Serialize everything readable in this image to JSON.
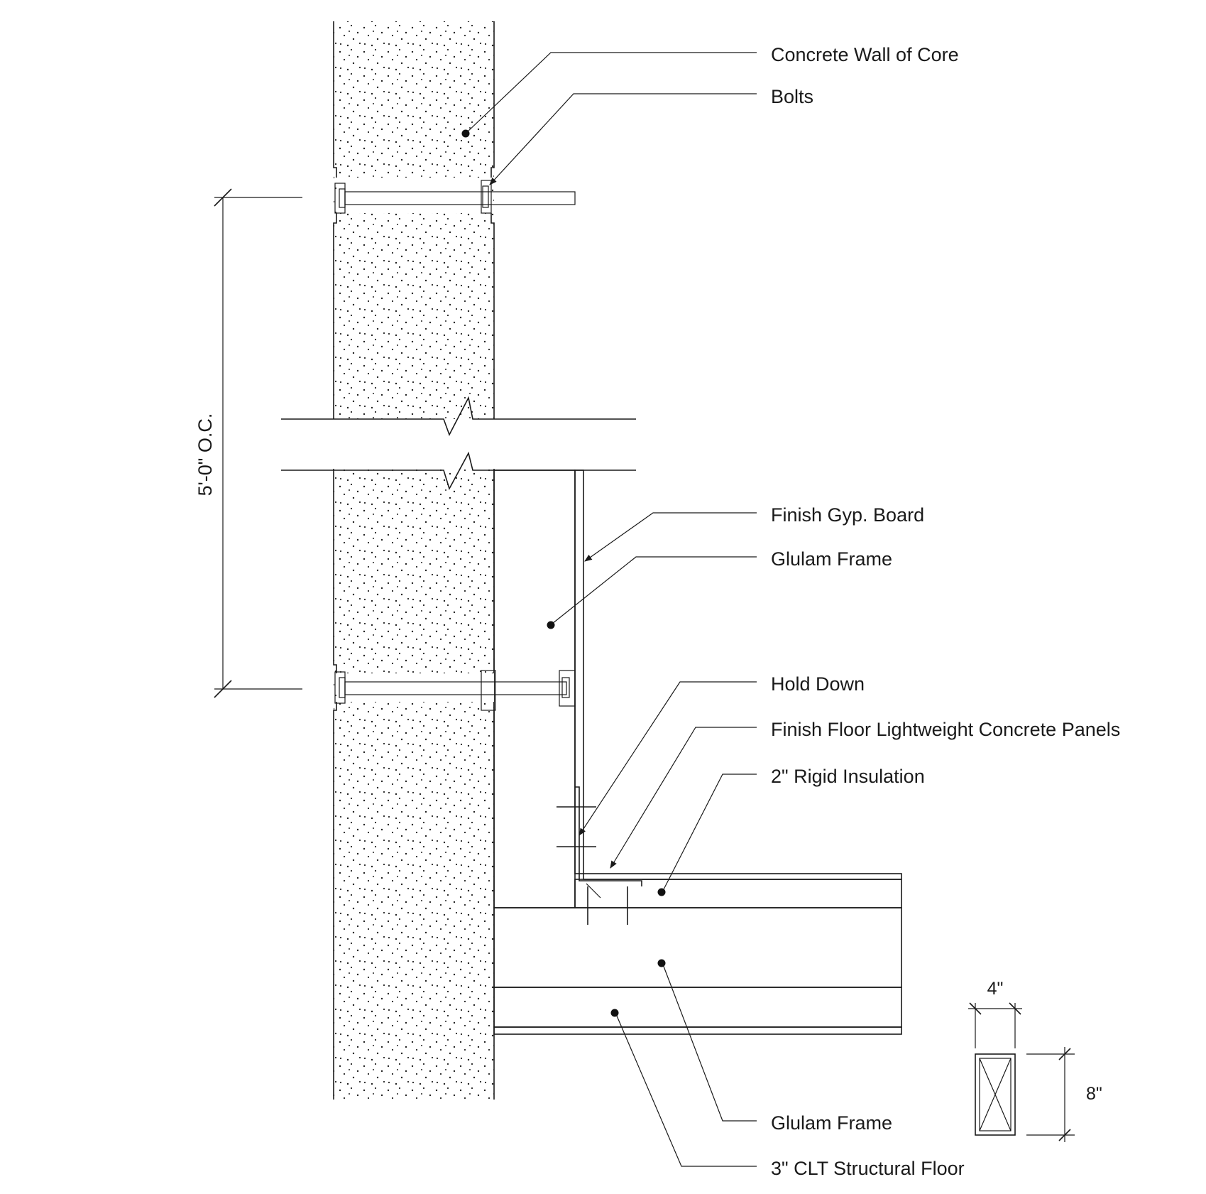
{
  "callouts": {
    "concrete_wall": "Concrete Wall of Core",
    "bolts": "Bolts",
    "finish_gyp": "Finish Gyp. Board",
    "glulam_wall": "Glulam Frame",
    "hold_down": "Hold Down",
    "finish_floor": "Finish Floor Lightweight Concrete Panels",
    "rigid_insulation": "2\" Rigid Insulation",
    "glulam_floor": "Glulam Frame",
    "clt_floor": "3\" CLT Structural Floor"
  },
  "dimensions": {
    "spacing": "5'-0\" O.C.",
    "width": "4\"",
    "height": "8\""
  }
}
